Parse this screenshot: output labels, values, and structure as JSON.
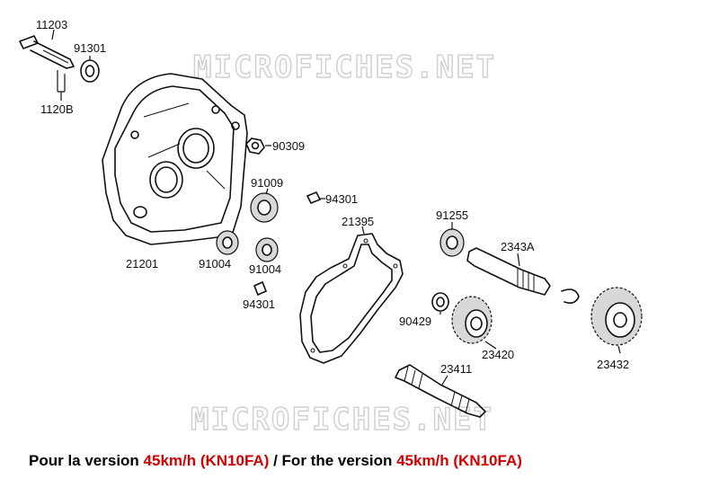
{
  "watermark": {
    "text": "MICROFICHES.NET"
  },
  "parts": [
    {
      "id": "p11203",
      "number": "11203"
    },
    {
      "id": "p91301",
      "number": "91301"
    },
    {
      "id": "p1120B",
      "number": "1120B"
    },
    {
      "id": "p90309",
      "number": "90309"
    },
    {
      "id": "p91009",
      "number": "91009"
    },
    {
      "id": "p94301a",
      "number": "94301"
    },
    {
      "id": "p21395",
      "number": "21395"
    },
    {
      "id": "p91255",
      "number": "91255"
    },
    {
      "id": "p2343A",
      "number": "2343A"
    },
    {
      "id": "p21201",
      "number": "21201"
    },
    {
      "id": "p91004a",
      "number": "91004"
    },
    {
      "id": "p91004b",
      "number": "91004"
    },
    {
      "id": "p94301b",
      "number": "94301"
    },
    {
      "id": "p90429",
      "number": "90429"
    },
    {
      "id": "p23420",
      "number": "23420"
    },
    {
      "id": "p23432",
      "number": "23432"
    },
    {
      "id": "p23411",
      "number": "23411"
    }
  ],
  "caption": {
    "prefix": "Pour la version ",
    "fr_version": "45km/h (KN10FA)",
    "separator": " / For the version ",
    "en_version": "45km/h (KN10FA)"
  },
  "colors": {
    "caption_accent": "#d40000",
    "line": "#111111",
    "watermark": "#cfcfcf"
  }
}
